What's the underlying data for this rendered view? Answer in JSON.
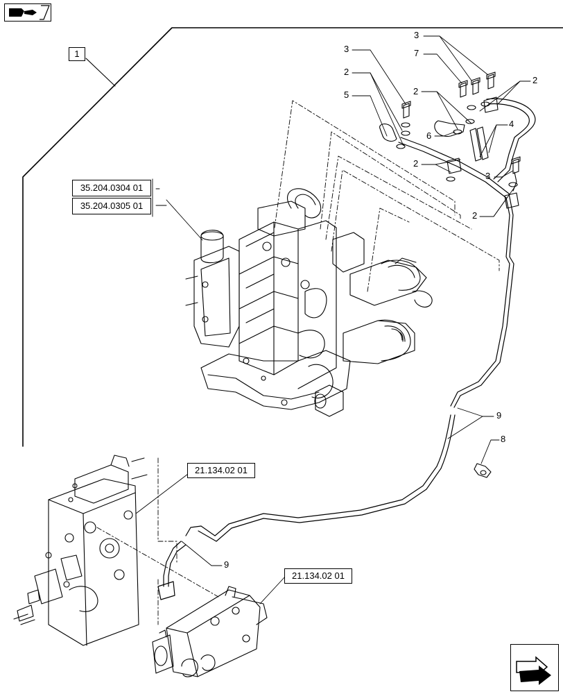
{
  "nav": {
    "top_icon": "book-hand-icon",
    "bottom_icon": "next-page-arrow-icon"
  },
  "assembly": {
    "item_box": "1",
    "refs": {
      "valve_1": "35.204.0304 01",
      "valve_2": "35.204.0305 01",
      "distributor_top": "21.134.02 01",
      "distributor_bottom": "21.134.02 01"
    }
  },
  "callouts": {
    "c3_top": "3",
    "c7": "7",
    "c2_top_right": "2",
    "c3_left": "3",
    "c2_left": "2",
    "c5": "5",
    "c2_mid": "2",
    "c6": "6",
    "c4": "4",
    "c2_clamp": "2",
    "c3_right": "3",
    "c2_right": "2",
    "c9_upper": "9",
    "c8": "8",
    "c9_lower": "9"
  },
  "colors": {
    "line": "#000000",
    "background": "#ffffff"
  }
}
